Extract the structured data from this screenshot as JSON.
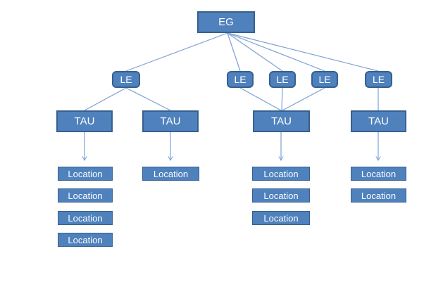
{
  "diagram": {
    "colors": {
      "node_fill": "#4f81bd",
      "node_border": "#36608f",
      "connector": "#7da0d4",
      "node_text": "#ffffff",
      "background": "#ffffff"
    },
    "root": {
      "label": "EG"
    },
    "le_nodes": [
      {
        "label": "LE"
      },
      {
        "label": "LE"
      },
      {
        "label": "LE"
      },
      {
        "label": "LE"
      },
      {
        "label": "LE"
      }
    ],
    "tau_nodes": [
      {
        "label": "TAU"
      },
      {
        "label": "TAU"
      },
      {
        "label": "TAU"
      },
      {
        "label": "TAU"
      }
    ],
    "location_columns": [
      [
        "Location",
        "Location",
        "Location",
        "Location"
      ],
      [
        "Location"
      ],
      [
        "Location",
        "Location",
        "Location"
      ],
      [
        "Location",
        "Location"
      ]
    ]
  }
}
